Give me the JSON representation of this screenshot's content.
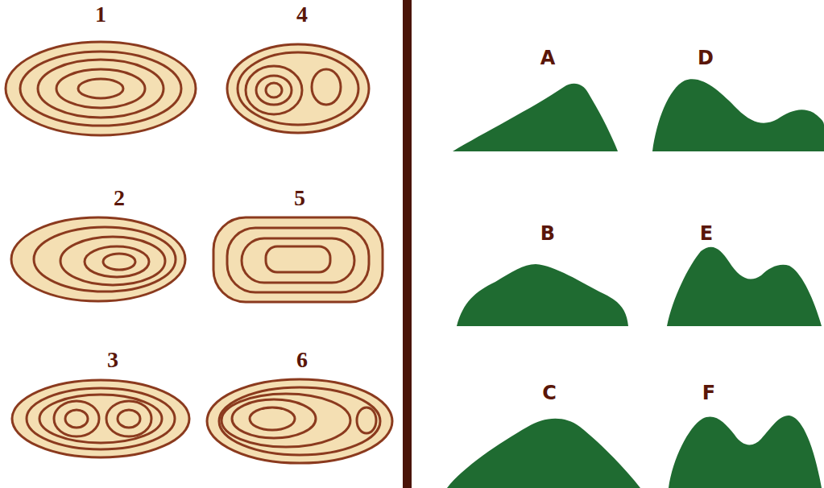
{
  "diagram": {
    "labels": [
      "1",
      "4",
      "A",
      "D",
      "2",
      "5",
      "B",
      "E",
      "3",
      "6",
      "C",
      "F"
    ]
  }
}
